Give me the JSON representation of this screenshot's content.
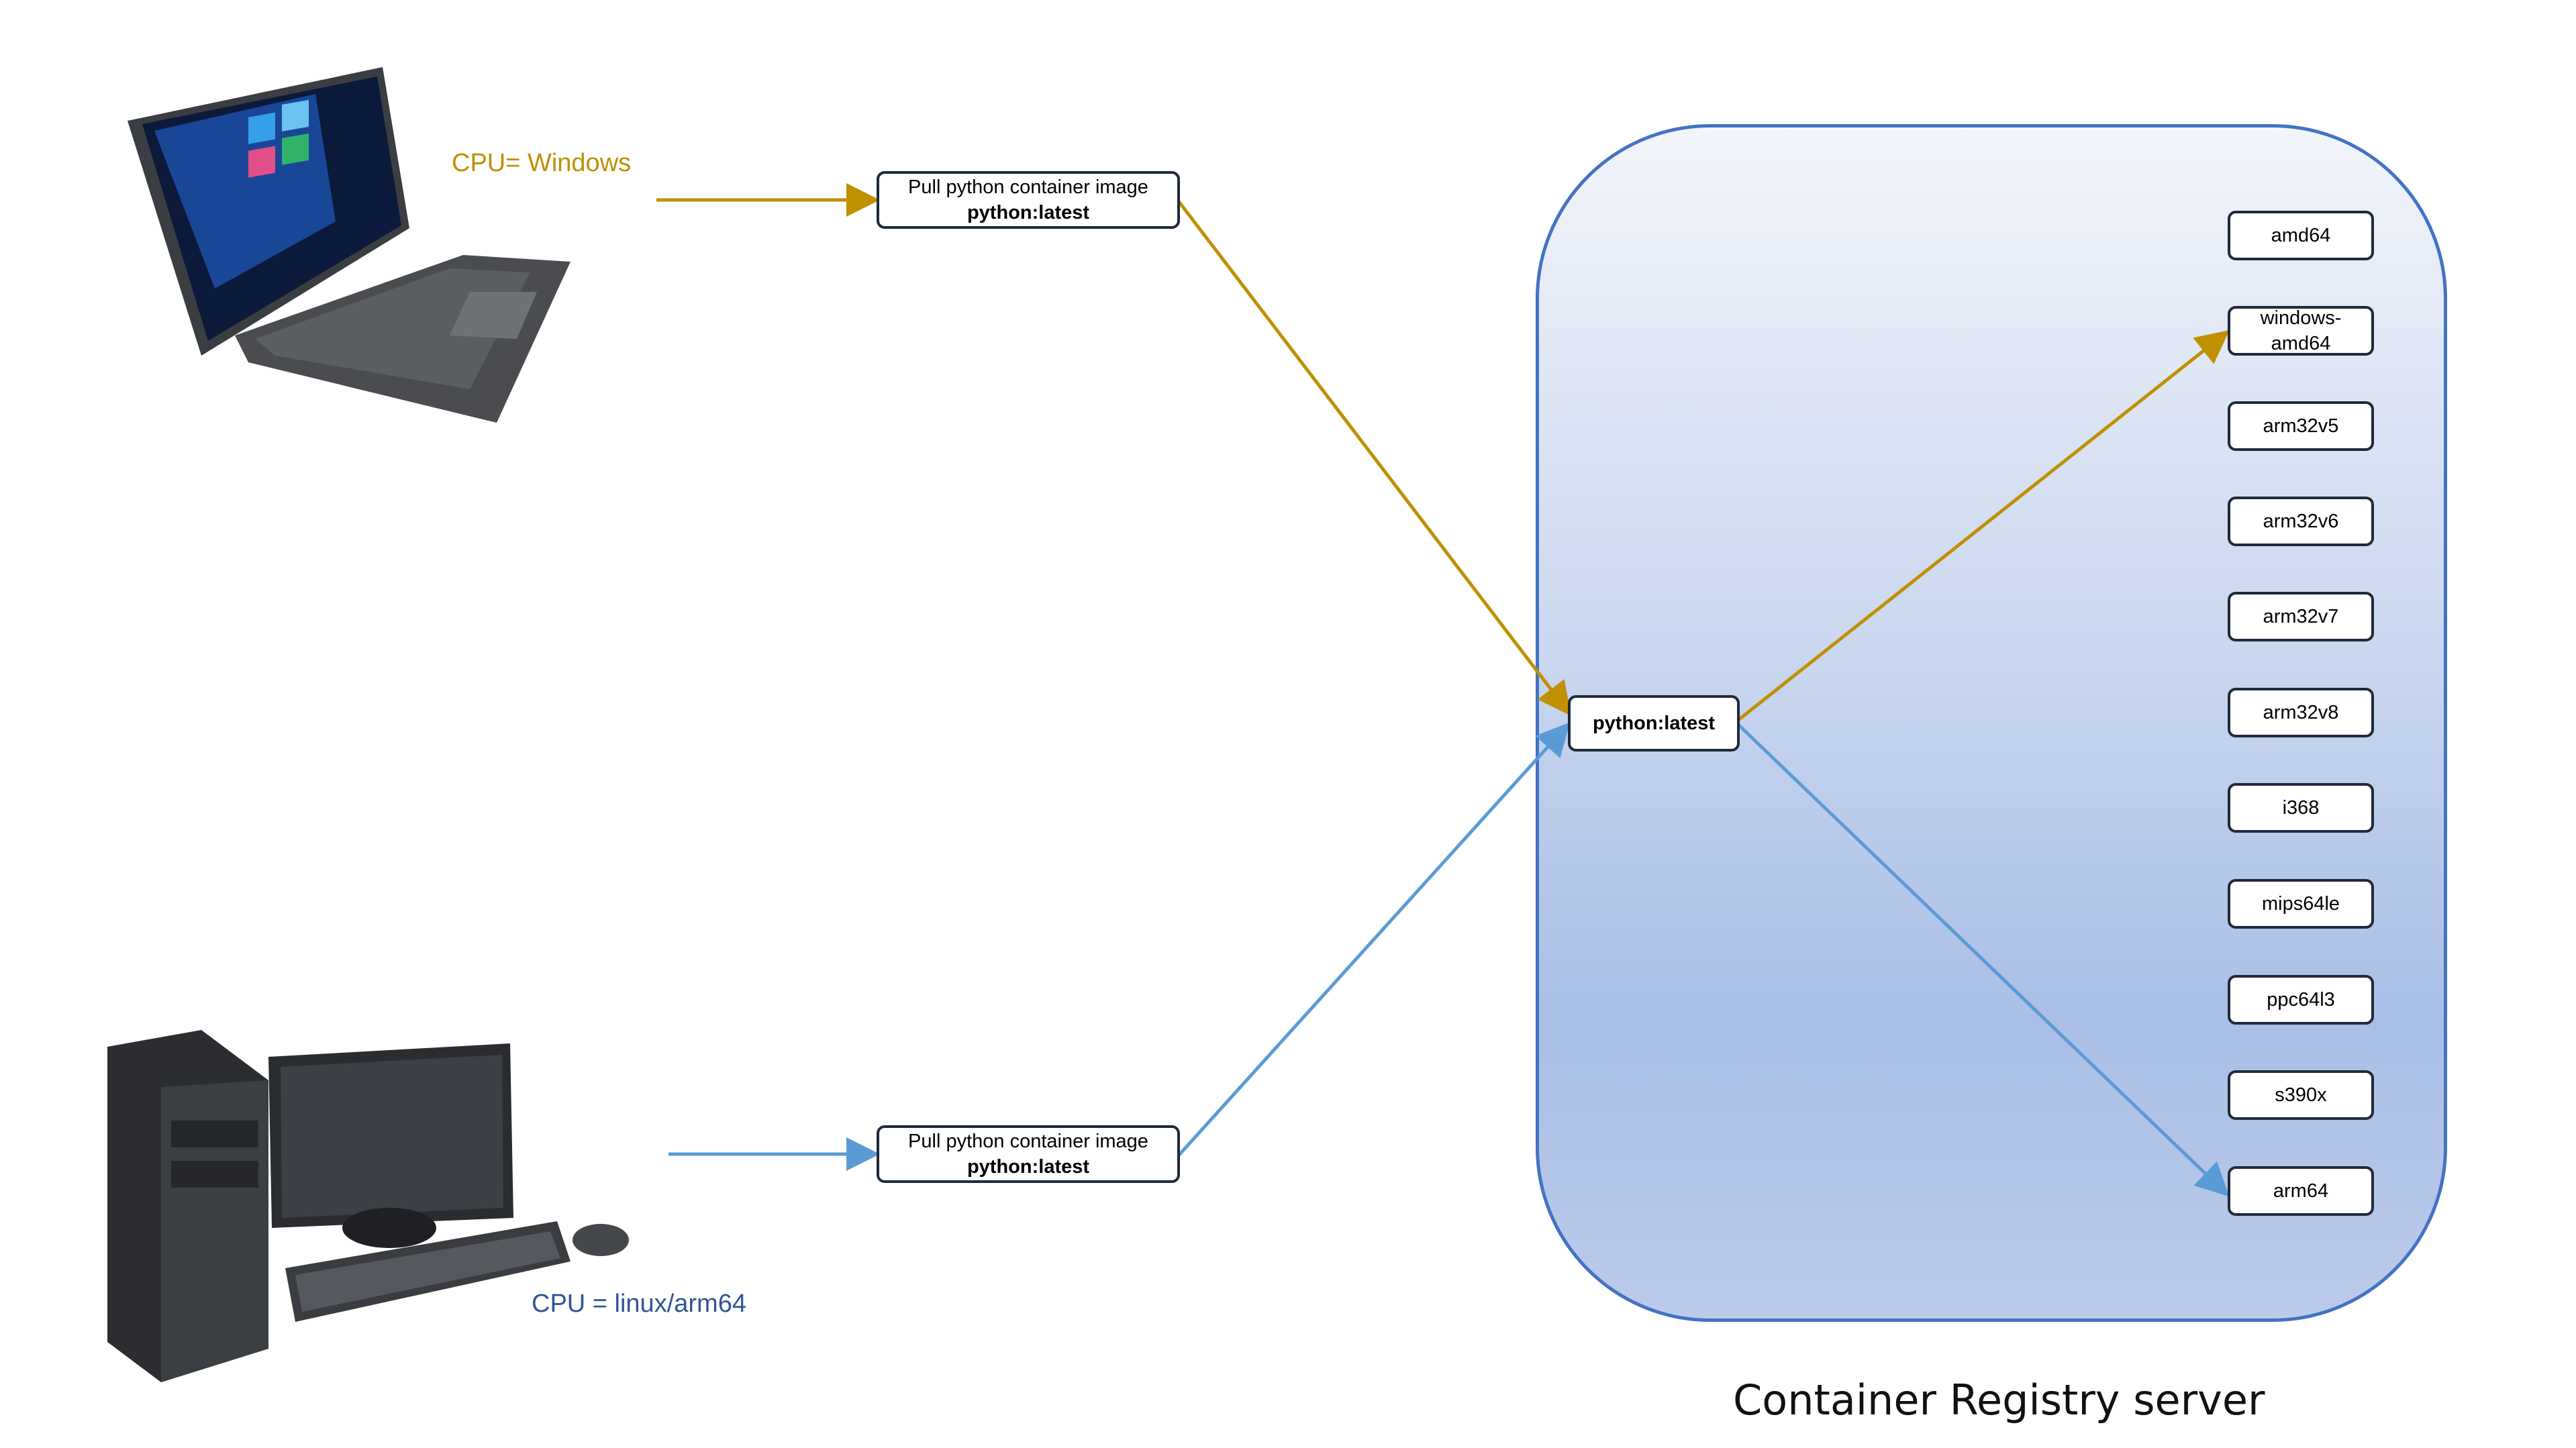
{
  "client_windows": {
    "cpu_label": "CPU= Windows",
    "request_line1": "Pull python container image",
    "request_line2": "python:latest"
  },
  "client_linux": {
    "cpu_label": "CPU = linux/arm64",
    "request_line1": "Pull python container image",
    "request_line2": "python:latest"
  },
  "registry": {
    "title": "Container Registry server",
    "image_tag": "python:latest",
    "architectures": [
      "amd64",
      "windows-\namd64",
      "arm32v5",
      "arm32v6",
      "arm32v7",
      "arm32v8",
      "i368",
      "mips64le",
      "ppc64l3",
      "s390x",
      "arm64"
    ]
  },
  "colors": {
    "windows_path": "#bf9000",
    "linux_path": "#5b9bd5",
    "registry_border": "#4472c4",
    "linux_label": "#2f5597"
  }
}
